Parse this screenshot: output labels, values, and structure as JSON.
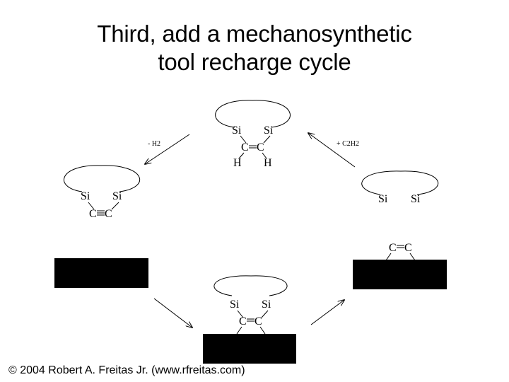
{
  "title": {
    "line1": "Third, add a mechanosynthetic",
    "line2": "tool recharge cycle"
  },
  "atoms": {
    "si": "Si",
    "c": "C",
    "h": "H"
  },
  "arrows": {
    "minus_h2": "- H2",
    "plus_c2h2": "+ C2H2"
  },
  "footer": {
    "copyright": "© 2004 Robert A. Freitas Jr. (www.rfreitas.com)"
  },
  "colors": {
    "ink": "#000000",
    "background": "#ffffff"
  }
}
